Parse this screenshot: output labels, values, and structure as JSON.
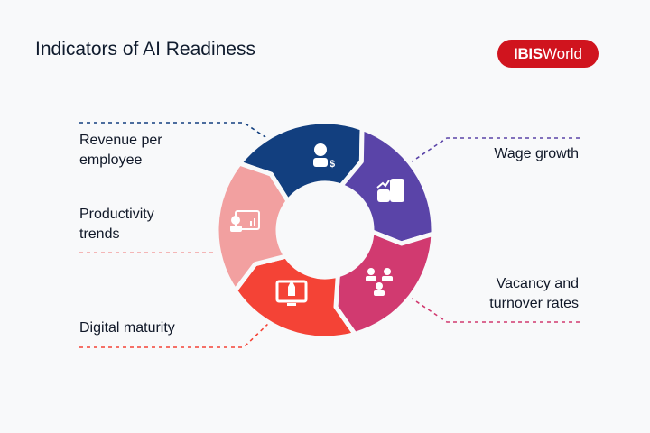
{
  "title": "Indicators of AI Readiness",
  "logo": {
    "bold": "IBIS",
    "regular": "World",
    "color": "#d0141e"
  },
  "segments": [
    {
      "label_lines": [
        "Revenue per",
        "employee"
      ],
      "icon": "person-dollar-icon",
      "color": "#123f7f"
    },
    {
      "label_lines": [
        "Wage growth"
      ],
      "icon": "coins-growth-icon",
      "color": "#5a44a8"
    },
    {
      "label_lines": [
        "Vacancy and",
        "turnover rates"
      ],
      "icon": "team-network-icon",
      "color": "#d13a70"
    },
    {
      "label_lines": [
        "Digital maturity"
      ],
      "icon": "rocket-monitor-icon",
      "color": "#f44336"
    },
    {
      "label_lines": [
        "Productivity",
        "trends"
      ],
      "icon": "presentation-chart-icon",
      "color": "#f2a0a0"
    }
  ]
}
